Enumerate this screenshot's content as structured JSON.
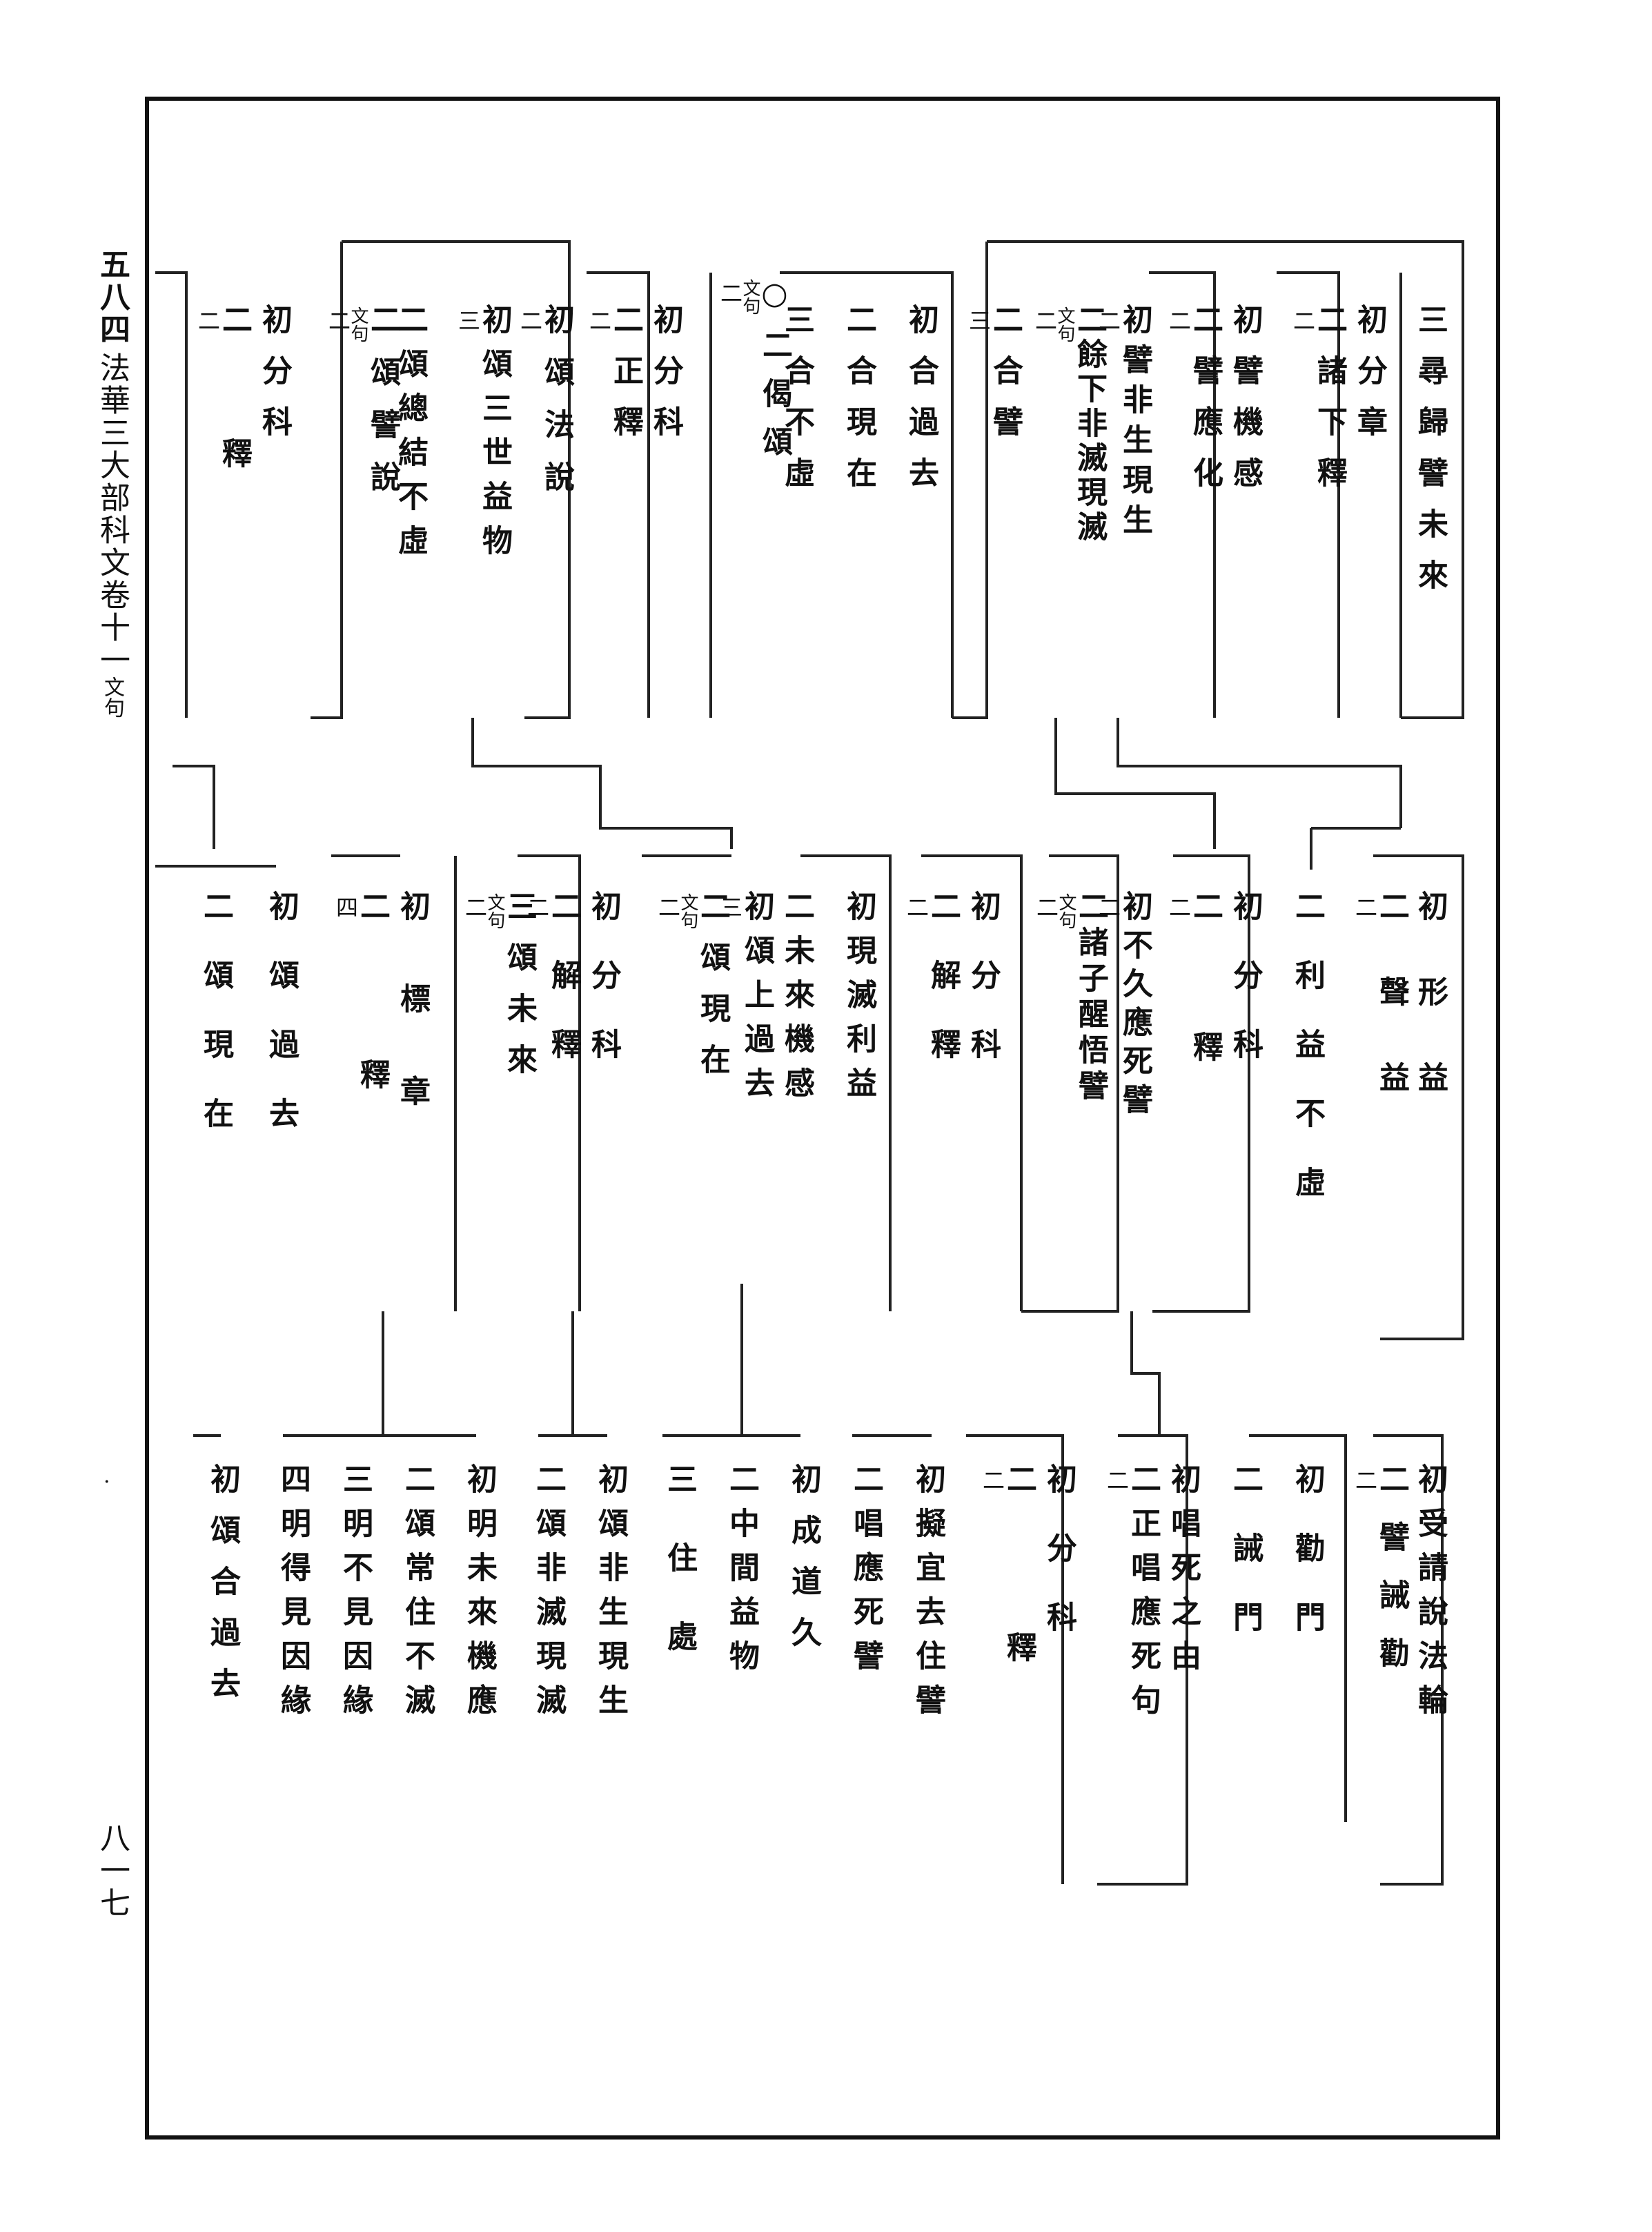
{
  "margin": {
    "volume": "五八四",
    "title": "法華三大部科文卷十一",
    "title_sub": "文句",
    "page_number": "八一七"
  },
  "rows": [
    {
      "entries": [
        {
          "t": "三尋歸譬未來",
          "n": ""
        },
        {
          "t": "初分章",
          "n": ""
        },
        {
          "t": "二諸下釋",
          "n": "二"
        },
        {
          "t": "初譬機感",
          "n": ""
        },
        {
          "t": "二譬應化",
          "n": "二"
        },
        {
          "t": "初譬非生現生",
          "n": "二"
        },
        {
          "t": "二餘下非滅現滅",
          "n": "二",
          "sub": "文句"
        },
        {
          "t": "二合譬",
          "n": "三"
        },
        {
          "t": "初合過去",
          "n": ""
        },
        {
          "t": "二合現在",
          "n": ""
        },
        {
          "t": "三合不虛",
          "n": ""
        },
        {
          "t": "○二偈頌",
          "n": "二",
          "sub": "文句"
        },
        {
          "t": "初分科",
          "n": ""
        },
        {
          "t": "二正釋",
          "n": "二"
        },
        {
          "t": "初頌法說",
          "n": "二"
        },
        {
          "t": "初頌三世益物",
          "n": "三"
        },
        {
          "t": "二頌總結不虛",
          "n": ""
        },
        {
          "t": "二頌譬說",
          "n": "二",
          "sub": "文句"
        },
        {
          "t": "初分科",
          "n": ""
        },
        {
          "t": "二釋",
          "n": "二"
        }
      ]
    },
    {
      "entries": [
        {
          "t": "初形益",
          "n": ""
        },
        {
          "t": "二聲益",
          "n": "二"
        },
        {
          "t": "二利益不虛",
          "n": ""
        },
        {
          "t": "初分科",
          "n": ""
        },
        {
          "t": "二釋",
          "n": "二"
        },
        {
          "t": "初不久應死譬",
          "n": "二"
        },
        {
          "t": "二諸子醒悟譬",
          "n": "二",
          "sub": "文句"
        },
        {
          "t": "初分科",
          "n": ""
        },
        {
          "t": "二解釋",
          "n": "二"
        },
        {
          "t": "初現滅利益",
          "n": ""
        },
        {
          "t": "二未來機感",
          "n": ""
        },
        {
          "t": "初頌上過去",
          "n": "三"
        },
        {
          "t": "二頌現在",
          "n": "二",
          "sub": "文句"
        },
        {
          "t": "初分科",
          "n": ""
        },
        {
          "t": "二解釋",
          "n": "二"
        },
        {
          "t": "三頌未來",
          "n": "二",
          "sub": "文句"
        },
        {
          "t": "初標章",
          "n": ""
        },
        {
          "t": "二釋",
          "n": "四"
        },
        {
          "t": "初頌過去",
          "n": ""
        },
        {
          "t": "二頌現在",
          "n": ""
        }
      ]
    },
    {
      "entries": [
        {
          "t": "初受請說法輪",
          "n": ""
        },
        {
          "t": "二譬誡勸",
          "n": "二"
        },
        {
          "t": "初勸門",
          "n": ""
        },
        {
          "t": "二誡門",
          "n": ""
        },
        {
          "t": "初唱死之由",
          "n": ""
        },
        {
          "t": "二正唱應死句",
          "n": "二"
        },
        {
          "t": "初分科",
          "n": ""
        },
        {
          "t": "二釋",
          "n": "二"
        },
        {
          "t": "初擬宜去住譬",
          "n": ""
        },
        {
          "t": "二唱應死譬",
          "n": ""
        },
        {
          "t": "初成道久",
          "n": ""
        },
        {
          "t": "二中間益物",
          "n": ""
        },
        {
          "t": "三住處",
          "n": ""
        },
        {
          "t": "初頌非生現生",
          "n": ""
        },
        {
          "t": "二頌非滅現滅",
          "n": ""
        },
        {
          "t": "初明未來機應",
          "n": ""
        },
        {
          "t": "二頌常住不滅",
          "n": ""
        },
        {
          "t": "三明不見因緣",
          "n": ""
        },
        {
          "t": "四明得見因緣",
          "n": ""
        },
        {
          "t": "初頌合過去",
          "n": ""
        }
      ]
    }
  ]
}
